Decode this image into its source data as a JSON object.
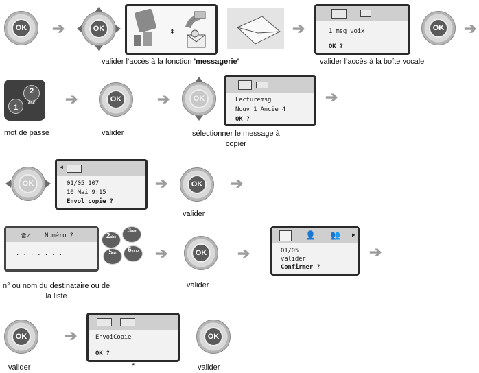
{
  "ok_label": "OK",
  "captions": {
    "c1_prefix": "valider l’accès à la fonction ",
    "c1_bold": "'messagerie'",
    "c2": "valider l’accès à la boîte vocale",
    "c3": "mot de passe",
    "c4": "valider",
    "c5_l1": "sélectionner le message à",
    "c5_l2": "copier",
    "c6": "valider",
    "c7_l1": "n° ou nom du destinataire ou de",
    "c7_l2": "la liste",
    "c8": "valider",
    "c9": "valider",
    "c10": "*",
    "c11": "valider"
  },
  "screens": {
    "voicebox": {
      "l1": "1 msg voix",
      "l2": "OK ?"
    },
    "read": {
      "l1": "Lecturemsg",
      "l2": "Nouv 1    Ancie 4",
      "l3": "OK ?"
    },
    "copy": {
      "l1": "01/05 107",
      "l2": "10 Mai 9:15",
      "l3": "Envol copie ?"
    },
    "number": {
      "l1": "Numéro ?",
      "l2": ". . . . . . ."
    },
    "confirm": {
      "l1": "01/05",
      "l2": "valider",
      "l3": "Confirmer ?"
    },
    "send": {
      "l1": "EnvoiCopie",
      "l2": "OK ?"
    }
  },
  "keys": {
    "k1": "1",
    "k2": "2",
    "k2s": "ABC",
    "p2": "2",
    "p2s": "abc",
    "p3": "3",
    "p3s": "def",
    "p5": "5",
    "p5s": "jkl",
    "p6": "6",
    "p6s": "mno"
  },
  "arrow_glyph": "➔",
  "colors": {
    "key": "#5e5e5e",
    "screen_bar": "#cfcfcf",
    "arrow": "#9c9c9c"
  }
}
